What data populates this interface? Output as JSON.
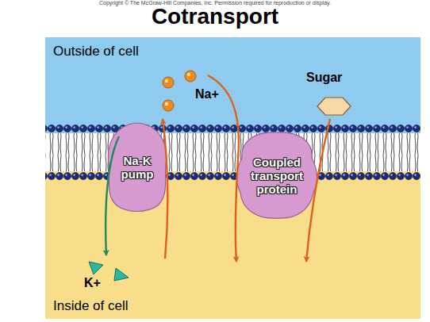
{
  "diagram": {
    "title": "Cotransport",
    "nodes": [
      {
        "text": [
          "Na-K pump"
        ]
      },
      {
        "text": [
          "Coupled transport protein"
        ]
      }
    ],
    "labels": [
      "Copyright © The McGraw-Hill Companies, Inc. Permission required for reproduction or display.",
      "Outside of cell",
      "Na+",
      "Sugar",
      "K+",
      "Inside of cell"
    ]
  }
}
